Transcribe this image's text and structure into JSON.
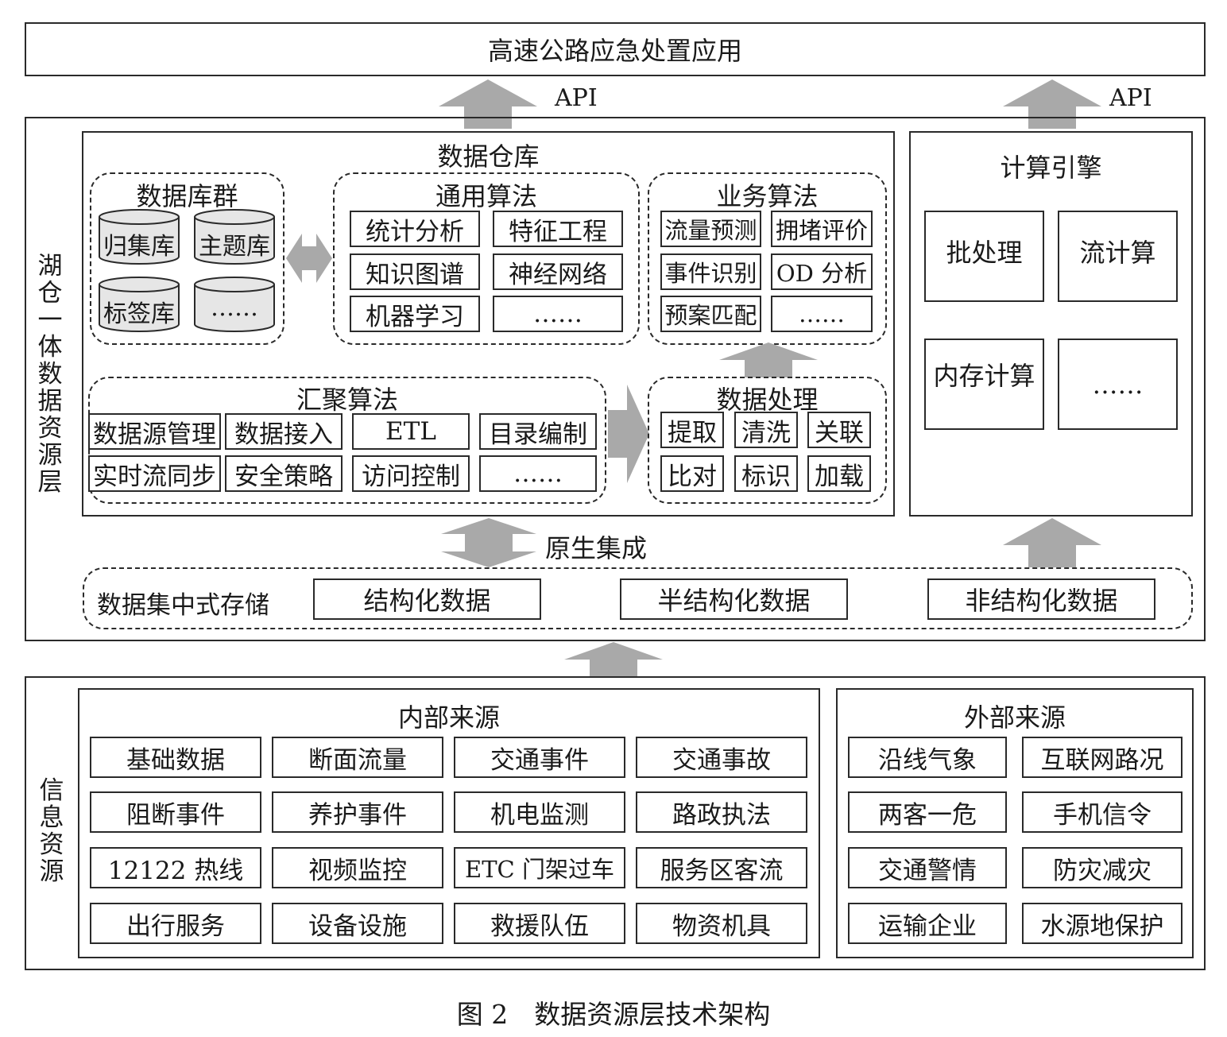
{
  "top_app": {
    "label": "高速公路应急处置应用"
  },
  "api_labels": [
    "API",
    "API"
  ],
  "lakehouse": {
    "vertical_label": "湖仓一体数据资源层",
    "warehouse": {
      "title": "数据仓库",
      "db_group": {
        "title": "数据库群",
        "items": [
          "归集库",
          "主题库",
          "标签库",
          "……"
        ]
      },
      "general_algo": {
        "title": "通用算法",
        "items": [
          "统计分析",
          "特征工程",
          "知识图谱",
          "神经网络",
          "机器学习",
          "……"
        ]
      },
      "business_algo": {
        "title": "业务算法",
        "items": [
          "流量预测",
          "拥堵评价",
          "事件识别",
          "OD 分析",
          "预案匹配",
          "……"
        ]
      },
      "aggregation_algo": {
        "title": "汇聚算法",
        "items": [
          "数据源管理",
          "数据接入",
          "ETL",
          "目录编制",
          "实时流同步",
          "安全策略",
          "访问控制",
          "……"
        ]
      },
      "data_processing": {
        "title": "数据处理",
        "items": [
          "提取",
          "清洗",
          "关联",
          "比对",
          "标识",
          "加载"
        ]
      }
    },
    "compute_engine": {
      "title": "计算引擎",
      "items": [
        "批处理",
        "流计算",
        "内存计算",
        "……"
      ]
    },
    "native_integration": "原生集成",
    "storage": {
      "title": "数据集中式存储",
      "items": [
        "结构化数据",
        "半结构化数据",
        "非结构化数据"
      ]
    }
  },
  "info_sources": {
    "vertical_label": "信息资源",
    "internal": {
      "title": "内部来源",
      "items": [
        "基础数据",
        "断面流量",
        "交通事件",
        "交通事故",
        "阻断事件",
        "养护事件",
        "机电监测",
        "路政执法",
        "12122 热线",
        "视频监控",
        "ETC 门架过车",
        "服务区客流",
        "出行服务",
        "设备设施",
        "救援队伍",
        "物资机具"
      ]
    },
    "external": {
      "title": "外部来源",
      "items": [
        "沿线气象",
        "互联网路况",
        "两客一危",
        "手机信令",
        "交通警情",
        "防灾减灾",
        "运输企业",
        "水源地保护"
      ]
    }
  },
  "caption": "图 2　数据资源层技术架构",
  "colors": {
    "arrow": "#a9a9a9",
    "border": "#2a2a2a",
    "cylinder": "#e6e6e6"
  }
}
